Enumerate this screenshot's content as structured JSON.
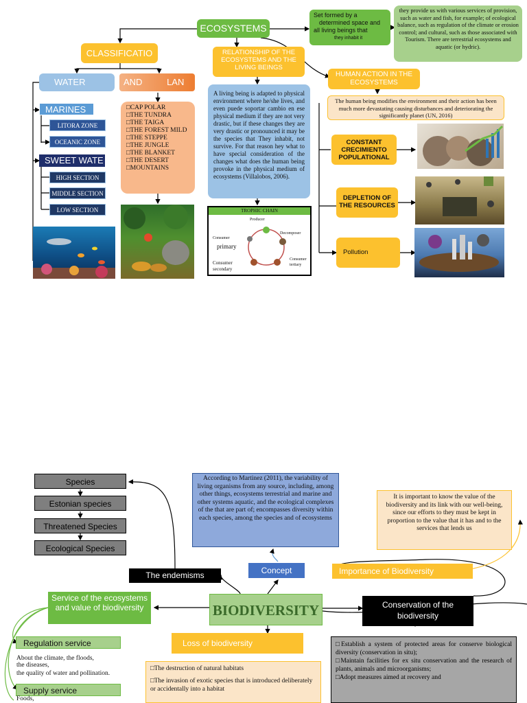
{
  "top": {
    "ecosystems": "ECOSYSTEMS",
    "set_formed": [
      "Set formed by a",
      "determined space and",
      "all living beings that",
      "they inhabit it"
    ],
    "services": "they provide us with various services of provision, such as water and fish, for example; of ecological balance, such as regulation of the climate or erosion control; and cultural, such as those associated with Tourism. There are terrestrial ecosystems and aquatic (or hydric).",
    "classification": "CLASSIFICATIO",
    "water": "WATER",
    "land": "AND",
    "land2": "LAN",
    "marines": "MARINES",
    "litora": "LITORA ZONE",
    "oceanic": "OCEANIC ZONE",
    "sweet": "SWEET WATE",
    "high": "HIGH SECTION",
    "middle": "MIDDLE SECTION",
    "low": "LOW SECTION",
    "land_list": [
      "CAP POLAR",
      "THE TUNDRA",
      "THE TAIGA",
      "THE FOREST MILD",
      "THE STEPPE",
      "THE JUNGLE",
      "THE BLANKET",
      "THE DESERT",
      "MOUNTAINS"
    ],
    "relationship": "RELATIONSHIP OF THE ECOSYSTEMS AND THE LIVING BEINGS",
    "living_text": "A living being is adapted to physical environment where he/she lives, and even puede soportar cambio en ese physical medium if they are not very drastic, but if these changes they are very drastic or pronounced it may be the species that They inhabit, not survive. For that reason hey what to have special consideration of the changes what does the human being provoke in the physical medium of ecosystems (Villalobos, 2006).",
    "trophic_title": "TROPHIC CHAIN",
    "trophic_producer": "Producer",
    "trophic_decomposer": "Decomposer",
    "trophic_consumer_primary": "Consumer",
    "trophic_primary": "primary",
    "trophic_consumer_secondary": "Consumer secondary",
    "trophic_consumer_tertiary": "Consumer tertiary",
    "human_action": "HUMAN ACTION IN THE ECOSYSTEMS",
    "human_text": "The human being modifies the environment and their action has been much more devastating causing disturbances and deteriorating the significantly planet (UN, 2016)",
    "constant": "CONSTANT CRECIMIENTO POPULATIONAL",
    "depletion": "DEPLETION OF THE RESOURCES",
    "pollution": "Pollution"
  },
  "bottom": {
    "species": "Species",
    "estonian": "Estonian species",
    "threatened": "Threatened Species",
    "ecological": "Ecological Species",
    "martinez": "According to Martinez (2011), the variability of living organisms from any source, including, among other things, ecosystems terrestrial and marine and other systems aquatic, and the ecological complexes of the that are part of; encompasses diversity within each species, among the species and of ecosystems",
    "important": "It is important to know the value of the biodiversity and its link with our well-being, since our efforts to they must be kept in proportion to the value that it has and to the services that lends us",
    "endemisms": "The endemisms",
    "concept": "Concept",
    "importance": "Importance of Biodiversity",
    "service": "Service of the ecosystems and value of biodiversity",
    "biodiversity": "BIODIVERSITY",
    "conservation": "Conservation of the biodiversity",
    "regulation": "Regulation service",
    "regulation_text": [
      "About the climate, the floods,",
      "the diseases,",
      "the quality of water and pollination."
    ],
    "supply": "Supply service",
    "supply_text": "Foods,",
    "loss": "Loss of biodiversity",
    "loss_list": [
      "The destruction of natural habitats",
      "The invasion of exotic species that is introduced deliberately or accidentally into a habitat"
    ],
    "cons_list": [
      "Establish a system of protected areas for conserve biological diversity (conservation in situ);",
      "Maintain facilities for ex situ conservation and the research of plants, animals and microorganisms;",
      "Adopt measures aimed at recovery and"
    ]
  },
  "colors": {
    "orange": "#fcc12e",
    "green": "#6dbb43",
    "blue": "#9cc2e5",
    "navy": "#1f3864",
    "black": "#000000"
  }
}
